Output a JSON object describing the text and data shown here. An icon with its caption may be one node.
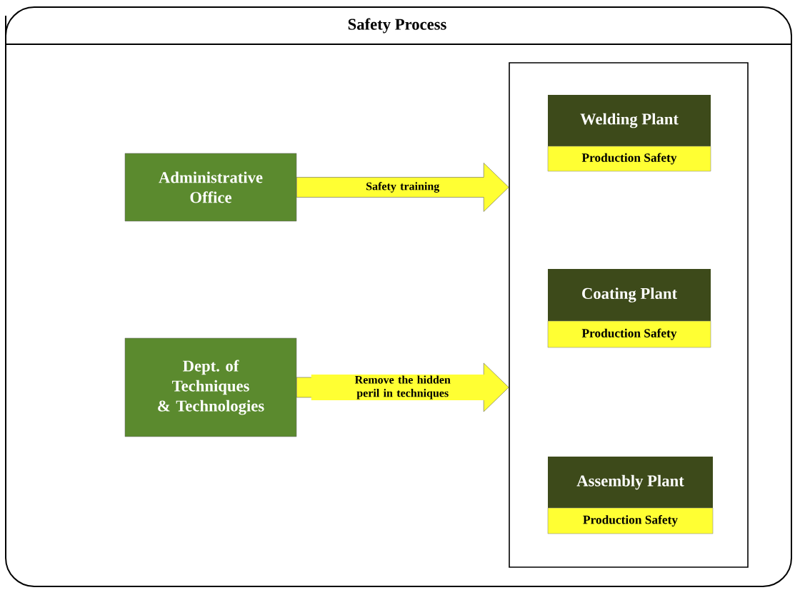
{
  "diagram": {
    "title": "Safety Process",
    "nodes": [
      {
        "text": [],
        "shape": "box"
      },
      {
        "text": [
          "Administrative Office"
        ]
      },
      {
        "text": [
          "Dept. of Techniques & Technologies"
        ]
      },
      {
        "text": [
          "Welding Plant",
          "Production Safety"
        ],
        "in": 0
      },
      {
        "text": [
          "Coating Plant",
          "Production Safety"
        ],
        "in": 0
      },
      {
        "text": [
          "Assembly Plant",
          "Production Safety"
        ],
        "in": 0
      }
    ],
    "edges": [
      {
        "from": 1,
        "to": 0,
        "arrow": "to",
        "label": "Safety training"
      },
      {
        "from": 2,
        "to": 0,
        "arrow": "to",
        "label": "Remove the hidden peril in techniques"
      }
    ]
  }
}
